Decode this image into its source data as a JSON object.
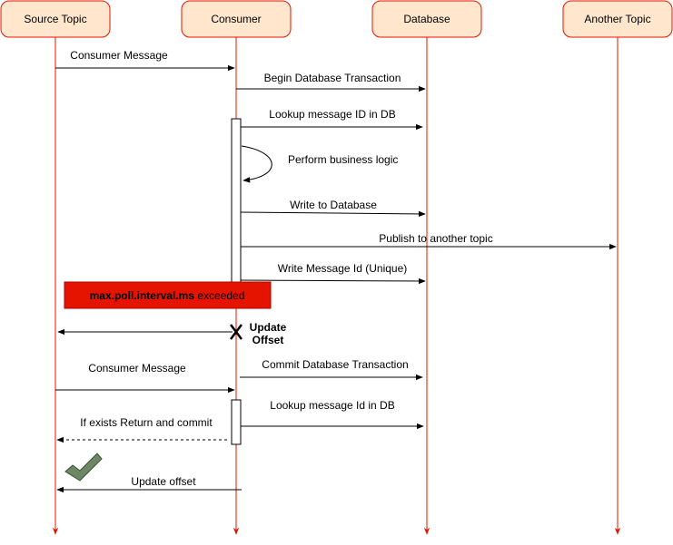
{
  "actors": [
    {
      "name": "Source Topic"
    },
    {
      "name": "Consumer"
    },
    {
      "name": "Database"
    },
    {
      "name": "Another Topic"
    }
  ],
  "messages": [
    {
      "label": "Consumer Message"
    },
    {
      "label": "Begin Database Transaction"
    },
    {
      "label": "Lookup message ID in DB"
    },
    {
      "label": "Perform business logic"
    },
    {
      "label": "Write to Database"
    },
    {
      "label": "Publish to another topic"
    },
    {
      "label": "Write Message Id (Unique)"
    },
    {
      "label": "Consumer Message"
    },
    {
      "label": "Commit Database Transaction"
    },
    {
      "label": "Lookup message Id in DB"
    },
    {
      "label": "If exists Return and commit"
    },
    {
      "label": "Update offset"
    }
  ],
  "alert": {
    "bold": "max.poll.interval.ms",
    "rest": " exceeded",
    "color": "#e51400"
  },
  "failed_step": {
    "line1": "Update",
    "line2": "Offset"
  },
  "colors": {
    "actor_fill": "#ffe6cc",
    "actor_stroke": "#e51400",
    "lifeline": "#e51400",
    "check_fill": "#6d8764"
  },
  "icons": {
    "fail": "x-mark-icon",
    "success": "checkmark-icon"
  }
}
